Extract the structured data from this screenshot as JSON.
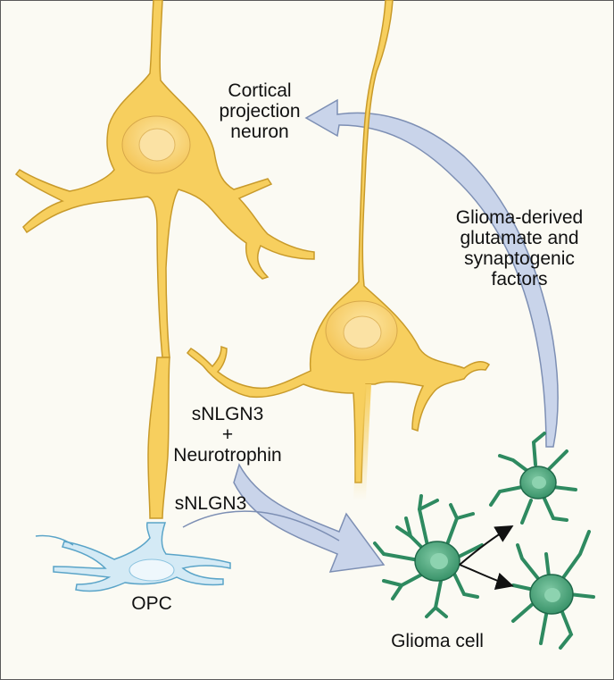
{
  "labels": {
    "cortical_neuron": [
      "Cortical",
      "projection",
      "neuron"
    ],
    "glioma_factors": [
      "Glioma-derived",
      "glutamate and",
      "synaptogenic",
      "factors"
    ],
    "snlgn3_neurotrophin": [
      "sNLGN3",
      "+",
      "Neurotrophin"
    ],
    "snlgn3": "sNLGN3",
    "opc": "OPC",
    "glioma_cell": "Glioma cell"
  },
  "colors": {
    "background": "#fbfaf3",
    "neuron_fill": "#f7cf5e",
    "neuron_outline": "#c89a2a",
    "opc_fill": "#d4eaf5",
    "opc_outline": "#5aa4c8",
    "glioma_fill": "#3f9e73",
    "glioma_outline": "#1f6a4a",
    "arrow_fill": "#c9d4ea"
  }
}
